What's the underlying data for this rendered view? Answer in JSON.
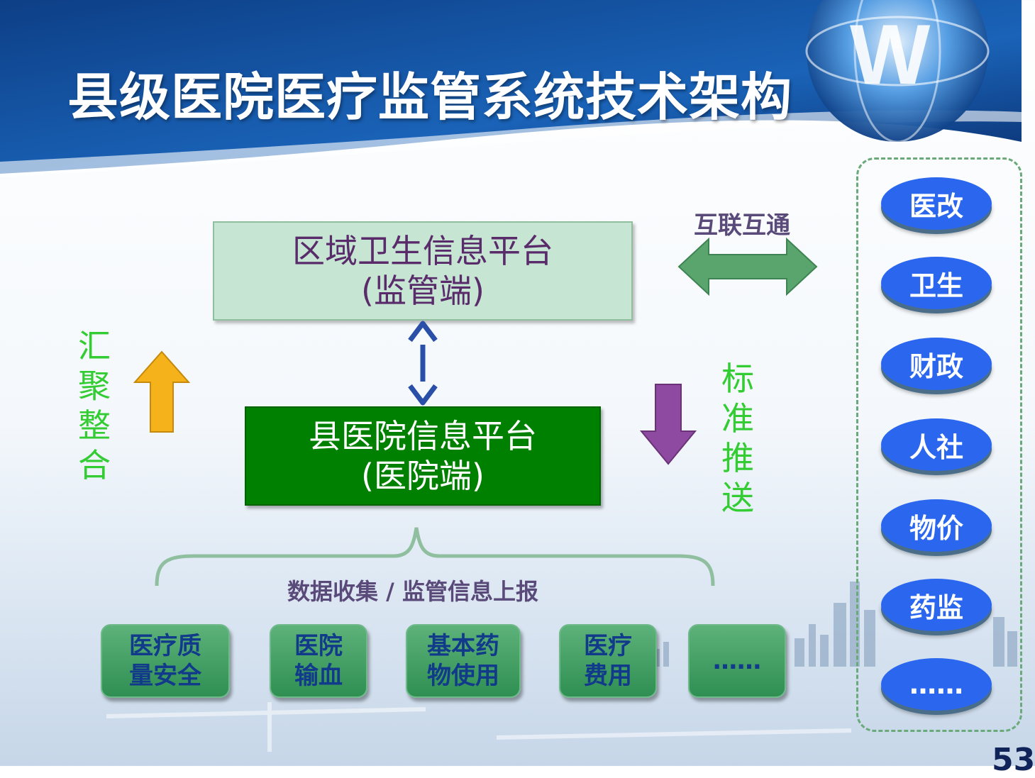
{
  "title": "县级医院医疗监管系统技术架构",
  "boxes": {
    "region": {
      "line1": "区域卫生信息平台",
      "line2": "(监管端)"
    },
    "county": {
      "line1": "县医院信息平台",
      "line2": "(医院端)"
    }
  },
  "side_labels": {
    "aggregate": [
      "汇",
      "聚",
      "整",
      "合"
    ],
    "push": [
      "标",
      "准",
      "推",
      "送"
    ]
  },
  "interconnect_label": "互联互通",
  "data_label": "数据收集 / 监管信息上报",
  "modules": [
    {
      "line1": "医疗质",
      "line2": "量安全"
    },
    {
      "line1": "医院",
      "line2": "输血"
    },
    {
      "line1": "基本药",
      "line2": "物使用"
    },
    {
      "line1": "医疗",
      "line2": "费用"
    },
    {
      "line1": "……",
      "line2": ""
    }
  ],
  "departments": [
    "医改",
    "卫生",
    "财政",
    "人社",
    "物价",
    "药监",
    "……"
  ],
  "page_number": "53",
  "colors": {
    "arrow_up": "#f5b21a",
    "arrow_down": "#8e4aa0",
    "arrow_double": "#5aa56e",
    "arrow_vertical": "#2a4fa8",
    "dept_fill": "#2a66ee"
  }
}
